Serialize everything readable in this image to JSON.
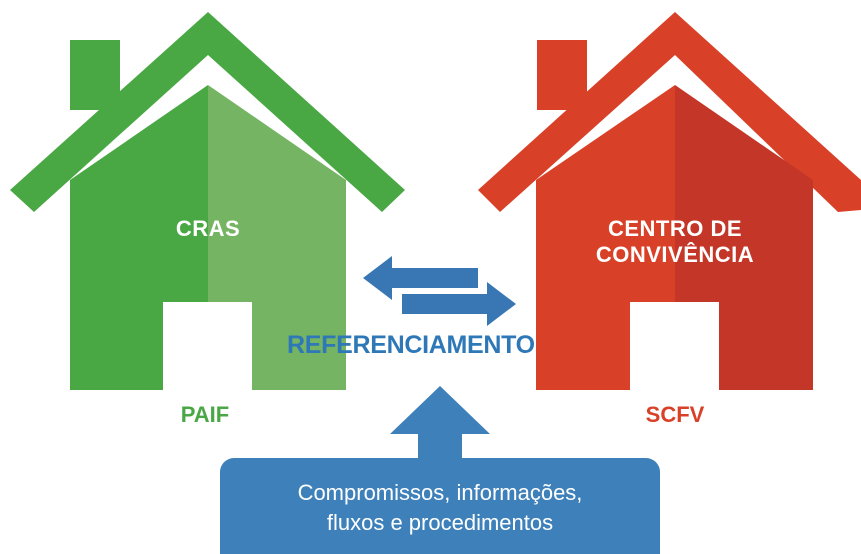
{
  "houses": {
    "left": {
      "title": "CRAS",
      "service": "PAIF",
      "color_dark": "#49a844",
      "color_light": "#75b462",
      "label_color": "#49a844"
    },
    "right": {
      "title_line1": "CENTRO DE",
      "title_line2": "CONVIVÊNCIA",
      "service": "SCFV",
      "color_dark": "#c8372a",
      "color_light": "#d84128",
      "label_color": "#d84128"
    }
  },
  "center": {
    "label": "REFERENCIAMENTO",
    "arrow_color": "#3877b3"
  },
  "info_box": {
    "line1": "Compromissos, informações,",
    "line2": "fluxos e procedimentos",
    "color": "#3d80ba"
  }
}
